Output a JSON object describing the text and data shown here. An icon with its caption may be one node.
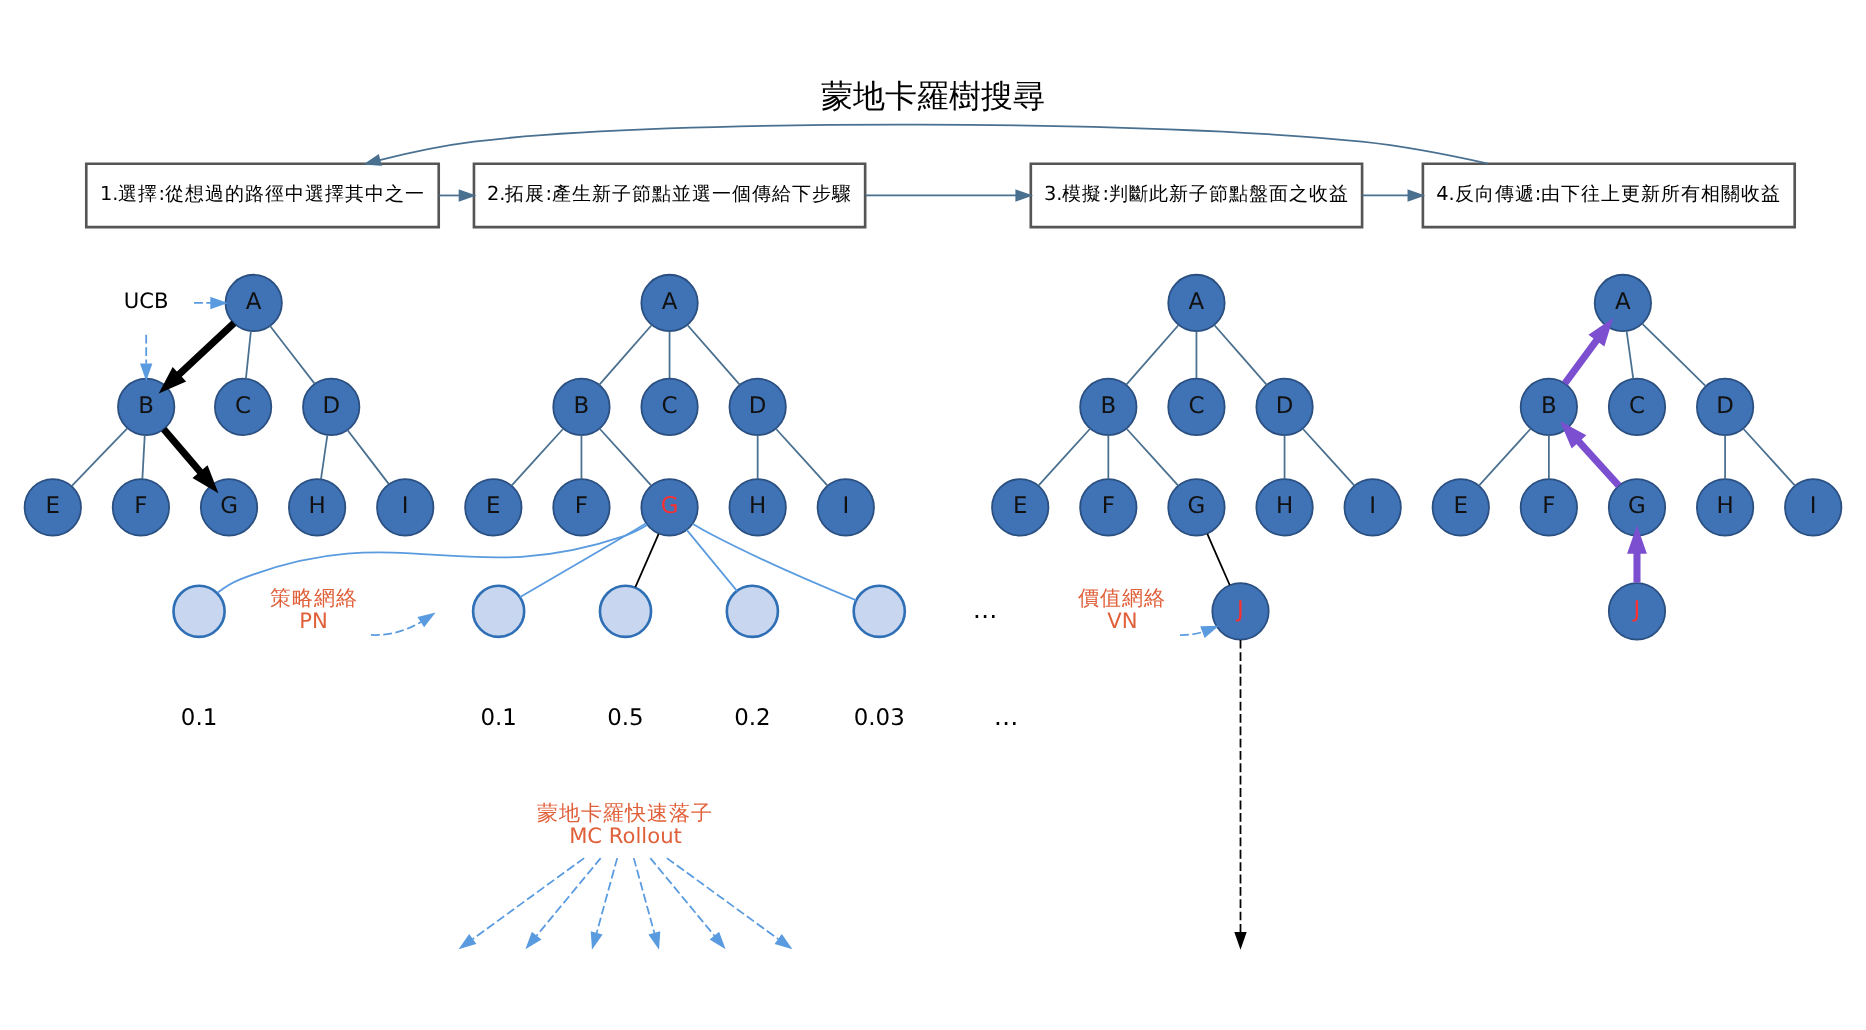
{
  "diagram": {
    "title": "蒙地卡羅樹搜尋",
    "nodes": [
      {
        "text": [
          "1.選擇:從想過的路徑中選擇其中之一"
        ]
      },
      {
        "text": [
          "2.拓展:產生新子節點並選一個傳給下步驟"
        ]
      },
      {
        "text": [
          "3.模擬:判斷此新子節點盤面之收益"
        ]
      },
      {
        "text": [
          "4.反向傳遞:由下往上更新所有相關收益"
        ]
      },
      {
        "text": [
          "A"
        ]
      },
      {
        "text": [
          "B"
        ]
      },
      {
        "text": [
          "C"
        ]
      },
      {
        "text": [
          "D"
        ]
      },
      {
        "text": [
          "E"
        ]
      },
      {
        "text": [
          "F"
        ]
      },
      {
        "text": [
          "G"
        ]
      },
      {
        "text": [
          "H"
        ]
      },
      {
        "text": [
          "I"
        ]
      },
      {
        "text": [
          "A"
        ]
      },
      {
        "text": [
          "B"
        ]
      },
      {
        "text": [
          "C"
        ]
      },
      {
        "text": [
          "D"
        ]
      },
      {
        "text": [
          "E"
        ]
      },
      {
        "text": [
          "F"
        ]
      },
      {
        "text": [
          "G"
        ]
      },
      {
        "text": [
          "H"
        ]
      },
      {
        "text": [
          "I"
        ]
      },
      {
        "text": [],
        "shape": "circle",
        "beside": [
          "0.1"
        ]
      },
      {
        "text": [],
        "shape": "circle",
        "beside": [
          "0.1"
        ]
      },
      {
        "text": [],
        "shape": "circle",
        "beside": [
          "0.5"
        ]
      },
      {
        "text": [],
        "shape": "circle",
        "beside": [
          "0.2"
        ]
      },
      {
        "text": [],
        "shape": "circle",
        "beside": [
          "0.03"
        ]
      },
      {
        "text": [
          "A"
        ]
      },
      {
        "text": [
          "B"
        ]
      },
      {
        "text": [
          "C"
        ]
      },
      {
        "text": [
          "D"
        ]
      },
      {
        "text": [
          "E"
        ]
      },
      {
        "text": [
          "F"
        ]
      },
      {
        "text": [
          "G"
        ]
      },
      {
        "text": [
          "H"
        ]
      },
      {
        "text": [
          "I"
        ]
      },
      {
        "text": [
          "J"
        ]
      },
      {
        "text": [
          "A"
        ]
      },
      {
        "text": [
          "B"
        ]
      },
      {
        "text": [
          "C"
        ]
      },
      {
        "text": [
          "D"
        ]
      },
      {
        "text": [
          "E"
        ]
      },
      {
        "text": [
          "F"
        ]
      },
      {
        "text": [
          "G"
        ]
      },
      {
        "text": [
          "H"
        ]
      },
      {
        "text": [
          "I"
        ]
      },
      {
        "text": [
          "J"
        ]
      },
      {
        "text": [
          "UCB"
        ]
      },
      {
        "text": [
          "策略網絡",
          "PN"
        ]
      },
      {
        "text": [
          "蒙地卡羅快速落子",
          "MC Rollout"
        ]
      },
      {
        "text": [
          "價值網絡",
          "VN"
        ]
      }
    ],
    "edges": [
      {
        "from": 0,
        "to": 1,
        "arrow": "to"
      },
      {
        "from": 1,
        "to": 2,
        "arrow": "to"
      },
      {
        "from": 2,
        "to": 3,
        "arrow": "to"
      },
      {
        "from": 3,
        "to": 0,
        "arrow": "to"
      },
      {
        "from": 4,
        "to": 5,
        "arrow": "to",
        "style": "thick",
        "color": "#000000"
      },
      {
        "from": 4,
        "to": 6,
        "arrow": "none"
      },
      {
        "from": 4,
        "to": 7,
        "arrow": "none"
      },
      {
        "from": 5,
        "to": 8,
        "arrow": "none"
      },
      {
        "from": 5,
        "to": 9,
        "arrow": "none"
      },
      {
        "from": 5,
        "to": 10,
        "arrow": "to",
        "style": "thick",
        "color": "#000000"
      },
      {
        "from": 7,
        "to": 11,
        "arrow": "none"
      },
      {
        "from": 7,
        "to": 12,
        "arrow": "none"
      },
      {
        "from": 13,
        "to": 14,
        "arrow": "none"
      },
      {
        "from": 13,
        "to": 15,
        "arrow": "none"
      },
      {
        "from": 13,
        "to": 16,
        "arrow": "none"
      },
      {
        "from": 14,
        "to": 17,
        "arrow": "none"
      },
      {
        "from": 14,
        "to": 18,
        "arrow": "none"
      },
      {
        "from": 14,
        "to": 19,
        "arrow": "none"
      },
      {
        "from": 16,
        "to": 20,
        "arrow": "none"
      },
      {
        "from": 16,
        "to": 21,
        "arrow": "none"
      },
      {
        "from": 19,
        "to": 22,
        "arrow": "none",
        "color": "#5a9be0"
      },
      {
        "from": 19,
        "to": 23,
        "arrow": "none",
        "color": "#5a9be0"
      },
      {
        "from": 19,
        "to": 24,
        "arrow": "none",
        "color": "#000000"
      },
      {
        "from": 19,
        "to": 25,
        "arrow": "none",
        "color": "#5a9be0"
      },
      {
        "from": 19,
        "to": 26,
        "arrow": "none",
        "color": "#5a9be0"
      },
      {
        "from": 27,
        "to": 28,
        "arrow": "none"
      },
      {
        "from": 27,
        "to": 29,
        "arrow": "none"
      },
      {
        "from": 27,
        "to": 30,
        "arrow": "none"
      },
      {
        "from": 28,
        "to": 31,
        "arrow": "none"
      },
      {
        "from": 28,
        "to": 32,
        "arrow": "none"
      },
      {
        "from": 28,
        "to": 33,
        "arrow": "none"
      },
      {
        "from": 30,
        "to": 34,
        "arrow": "none"
      },
      {
        "from": 30,
        "to": 35,
        "arrow": "none"
      },
      {
        "from": 33,
        "to": 36,
        "arrow": "none",
        "color": "#000000"
      },
      {
        "from": 36,
        "to": null,
        "arrow": "to",
        "style": "dashed",
        "color": "#000000"
      },
      {
        "from": 38,
        "to": 37,
        "arrow": "to",
        "style": "thick",
        "color": "#7b4fd0"
      },
      {
        "from": 37,
        "to": 39,
        "arrow": "none"
      },
      {
        "from": 37,
        "to": 40,
        "arrow": "none"
      },
      {
        "from": 38,
        "to": 41,
        "arrow": "none"
      },
      {
        "from": 38,
        "to": 42,
        "arrow": "none"
      },
      {
        "from": 43,
        "to": 38,
        "arrow": "to",
        "style": "thick",
        "color": "#7b4fd0"
      },
      {
        "from": 40,
        "to": 44,
        "arrow": "none"
      },
      {
        "from": 40,
        "to": 45,
        "arrow": "none"
      },
      {
        "from": 46,
        "to": 43,
        "arrow": "to",
        "style": "thick",
        "color": "#7b4fd0"
      },
      {
        "from": 47,
        "to": 4,
        "arrow": "to",
        "style": "dashed",
        "color": "#5a9be0"
      },
      {
        "from": 47,
        "to": 5,
        "arrow": "to",
        "style": "dashed",
        "color": "#5a9be0"
      },
      {
        "from": 48,
        "to": null,
        "arrow": "to",
        "style": "dashed",
        "color": "#5a9be0"
      },
      {
        "from": 49,
        "to": null,
        "arrow": "to",
        "style": "dashed",
        "color": "#5a9be0"
      },
      {
        "from": 49,
        "to": null,
        "arrow": "to",
        "style": "dashed",
        "color": "#5a9be0"
      },
      {
        "from": 49,
        "to": null,
        "arrow": "to",
        "style": "dashed",
        "color": "#5a9be0"
      },
      {
        "from": 49,
        "to": null,
        "arrow": "to",
        "style": "dashed",
        "color": "#5a9be0"
      },
      {
        "from": 49,
        "to": null,
        "arrow": "to",
        "style": "dashed",
        "color": "#5a9be0"
      },
      {
        "from": 49,
        "to": null,
        "arrow": "to",
        "style": "dashed",
        "color": "#5a9be0"
      },
      {
        "from": 50,
        "to": 36,
        "arrow": "to",
        "style": "dashed",
        "color": "#5a9be0"
      }
    ],
    "labels": [
      "…",
      "…"
    ]
  }
}
